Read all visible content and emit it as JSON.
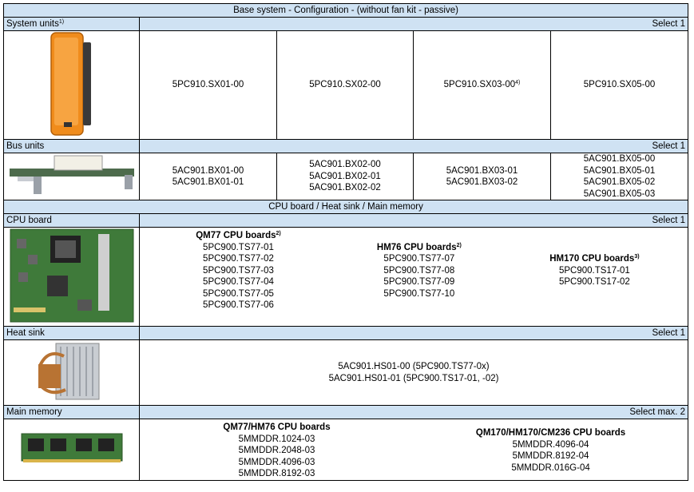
{
  "banners": {
    "base": "Base system - Configuration - (without fan kit - passive)",
    "cpu_section": "CPU board / Heat sink / Main memory"
  },
  "system_units": {
    "label": "System units",
    "label_sup": "1)",
    "select": "Select 1",
    "items": [
      {
        "code": "5PC910.SX01-00",
        "sup": ""
      },
      {
        "code": "5PC910.SX02-00",
        "sup": ""
      },
      {
        "code": "5PC910.SX03-00",
        "sup": "4)"
      },
      {
        "code": "5PC910.SX05-00",
        "sup": ""
      }
    ]
  },
  "bus_units": {
    "label": "Bus units",
    "select": "Select 1",
    "cols": [
      [
        "5AC901.BX01-00",
        "5AC901.BX01-01"
      ],
      [
        "5AC901.BX02-00",
        "5AC901.BX02-01",
        "5AC901.BX02-02"
      ],
      [
        "5AC901.BX03-01",
        "5AC901.BX03-02"
      ],
      [
        "5AC901.BX05-00",
        "5AC901.BX05-01",
        "5AC901.BX05-02",
        "5AC901.BX05-03"
      ]
    ]
  },
  "cpu_board": {
    "label": "CPU board",
    "select": "Select 1",
    "groups": [
      {
        "title": "QM77 CPU boards",
        "sup": "2)",
        "items": [
          "5PC900.TS77-01",
          "5PC900.TS77-02",
          "5PC900.TS77-03",
          "5PC900.TS77-04",
          "5PC900.TS77-05",
          "5PC900.TS77-06"
        ]
      },
      {
        "title": "HM76 CPU boards",
        "sup": "2)",
        "items": [
          "5PC900.TS77-07",
          "5PC900.TS77-08",
          "5PC900.TS77-09",
          "5PC900.TS77-10"
        ]
      },
      {
        "title": "HM170 CPU boards",
        "sup": "3)",
        "items": [
          "5PC900.TS17-01",
          "5PC900.TS17-02"
        ]
      }
    ]
  },
  "heat_sink": {
    "label": "Heat sink",
    "select": "Select 1",
    "items": [
      "5AC901.HS01-00 (5PC900.TS77-0x)",
      "5AC901.HS01-01 (5PC900.TS17-01, -02)"
    ]
  },
  "main_memory": {
    "label": "Main memory",
    "select": "Select max. 2",
    "groups": [
      {
        "title": "QM77/HM76 CPU boards",
        "items": [
          "5MMDDR.1024-03",
          "5MMDDR.2048-03",
          "5MMDDR.4096-03",
          "5MMDDR.8192-03"
        ]
      },
      {
        "title": "QM170/HM170/CM236 CPU boards",
        "items": [
          "5MMDDR.4096-04",
          "5MMDDR.8192-04",
          "5MMDDR.016G-04"
        ]
      }
    ]
  },
  "colors": {
    "header_bg": "#cfe2f3",
    "unit_orange": "#f08c1c",
    "pcb_green": "#3f7a3a"
  }
}
